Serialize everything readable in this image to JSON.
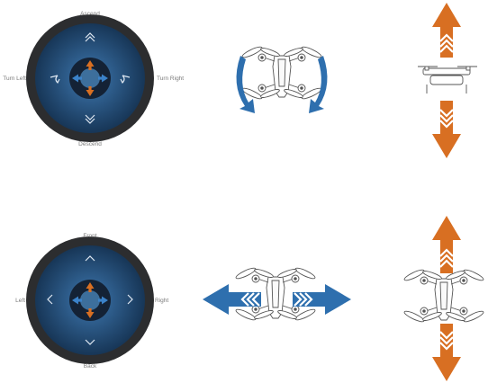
{
  "joystick_top": {
    "label_top": "Ascend",
    "label_bottom": "Descend",
    "label_left": "Turn Left",
    "label_right": "Turn Right"
  },
  "joystick_bottom": {
    "label_top": "Front",
    "label_bottom": "Back",
    "label_left": "Left",
    "label_right": "Right"
  },
  "colors": {
    "ring": "#2c2d2f",
    "pad_center": "#3e78b0",
    "pad_edge": "#173657",
    "orange": "#d86f22",
    "blue": "#2e6fae",
    "drone_stroke": "#555555"
  },
  "icons": {
    "rotate_arrows": "curved-rotation-arrows-icon",
    "vertical_arrows": "up-down-arrows-icon",
    "horizontal_arrows": "left-right-arrows-icon",
    "drone": "drone-icon"
  }
}
